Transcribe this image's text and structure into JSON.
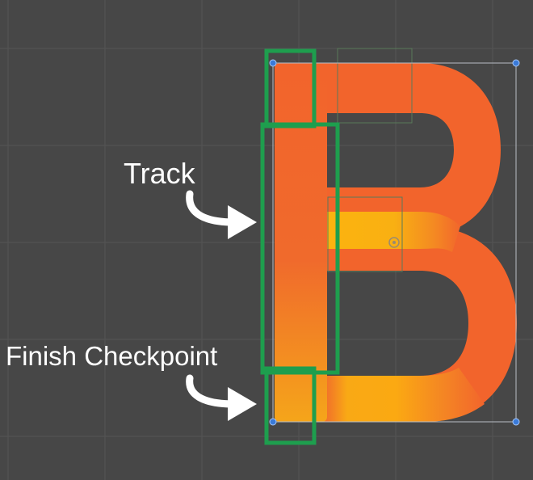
{
  "scene": {
    "background_color": "#474747",
    "grid_color": "#545454",
    "letter": "B",
    "letter_colors": {
      "primary": "#f2642c",
      "highlight": "#fcae0f"
    }
  },
  "annotations": {
    "track_label": "Track",
    "finish_label": "Finish Checkpoint",
    "highlight_color": "#1e9e4e",
    "arrow_icon": "curved-arrow-icon"
  },
  "selection": {
    "outline_color": "#b8bec6",
    "handle_color": "#3a7ad8",
    "pivot_icon": "pivot-circle-icon"
  }
}
